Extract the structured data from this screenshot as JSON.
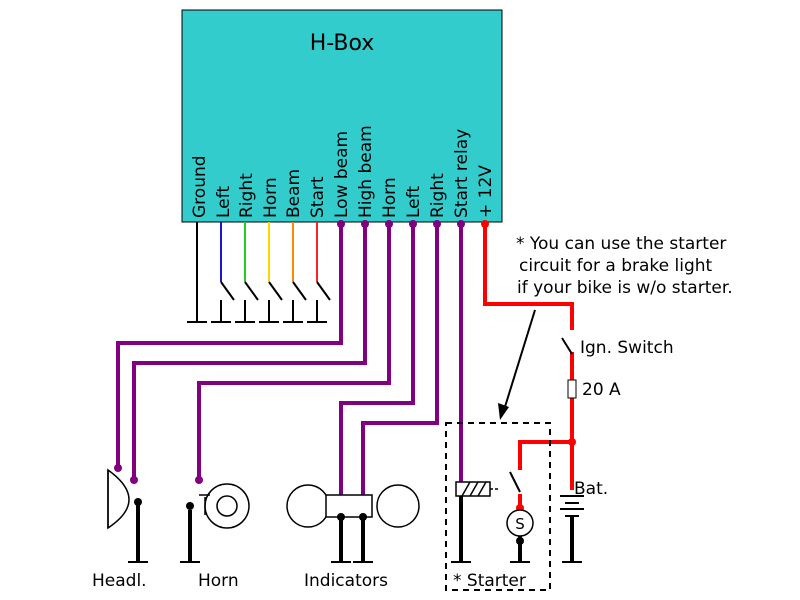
{
  "box": {
    "title": "H-Box",
    "fill": "#33cccc",
    "pins": [
      "Ground",
      "Left",
      "Right",
      "Horn",
      "Beam",
      "Start",
      "Low beam",
      "High beam",
      "Horn",
      "Left",
      "Right",
      "Start relay",
      "+ 12V"
    ]
  },
  "wire_colors": {
    "ground": "#000000",
    "left": "#1a1acc",
    "right": "#22cc22",
    "horn": "#ffd700",
    "beam": "#ff8800",
    "start": "#ff2222",
    "output": "#800080",
    "power": "#ff0000"
  },
  "note": {
    "line1": "* You can use the starter",
    "line2": "circuit for a brake light",
    "line3": "if your bike is w/o starter."
  },
  "labels": {
    "ign_switch": "Ign. Switch",
    "fuse": "20 A",
    "battery": "Bat.",
    "starter_motor": "S",
    "headlight": "Headl.",
    "horn": "Horn",
    "indicators": "Indicators",
    "starter": "* Starter"
  }
}
